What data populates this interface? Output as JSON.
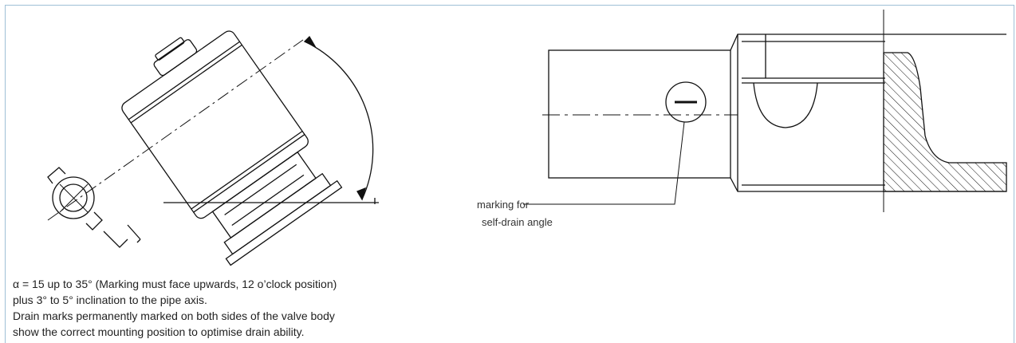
{
  "annotations": {
    "marking_line1": "marking for",
    "marking_line2": "self-drain angle"
  },
  "caption": {
    "line1": "α = 15 up to 35° (Marking must face upwards, 12 o’clock position)",
    "line2": "plus 3° to 5° inclination to the pipe axis.",
    "line3": "Drain marks permanently marked on both sides of the valve body",
    "line4": "show the correct mounting position to optimise drain ability."
  },
  "colors": {
    "frame": "#9fbfd6",
    "line": "#111111",
    "text": "#222222"
  }
}
